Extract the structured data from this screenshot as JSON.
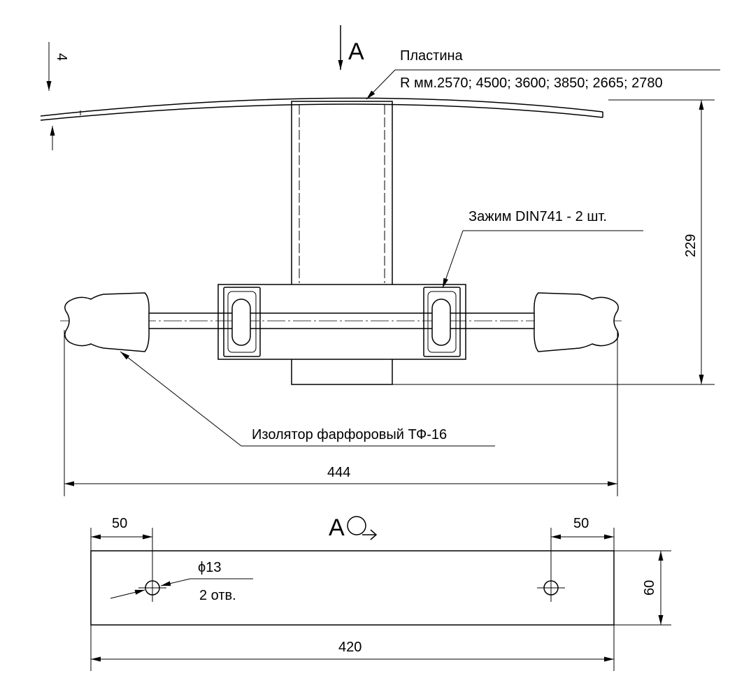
{
  "view_label": "A",
  "section_view_label": "A",
  "labels": {
    "plate": "Пластина",
    "radii": "R мм.2570; 4500; 3600; 3850; 2665; 2780",
    "clamp": "Зажим DIN741 - 2 шт.",
    "insulator": "Изолятор фарфоровый ТФ-16",
    "hole_diameter": "ϕ13",
    "hole_count": "2 отв."
  },
  "dimensions": {
    "plate_thickness": "4",
    "height": "229",
    "total_width": "444",
    "hole_offset_left": "50",
    "hole_offset_right": "50",
    "plate_width": "60",
    "plate_length": "420"
  }
}
